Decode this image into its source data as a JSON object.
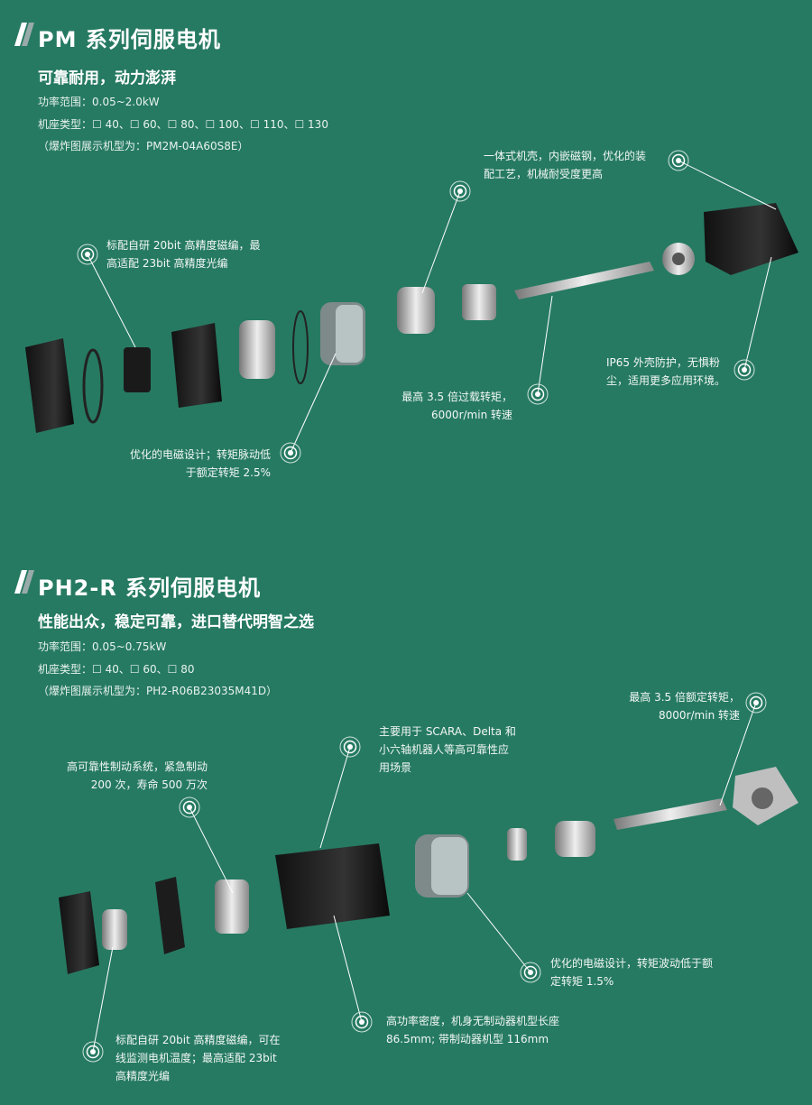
{
  "pm": {
    "title": "PM 系列伺服电机",
    "slogan": "可靠耐用，动力澎湃",
    "power": "功率范围：0.05~2.0kW",
    "frames": "机座类型：☐ 40、☐ 60、☐ 80、☐ 100、☐ 110、☐ 130",
    "model": "（爆炸图展示机型为：PM2M-04A60S8E）",
    "callouts": [
      {
        "l1": "标配自研 20bit 高精度磁编，最",
        "l2": "高适配 23bit 高精度光编"
      },
      {
        "l1": "一体式机壳，内嵌磁钢，优化的装",
        "l2": "配工艺，机械耐受度更高"
      },
      {
        "l1": "IP65 外壳防护，无惧粉",
        "l2": "尘，适用更多应用环境。"
      },
      {
        "l1": "最高 3.5 倍过载转矩，",
        "l2": "6000r/min 转速"
      },
      {
        "l1": "优化的电磁设计；转矩脉动低",
        "l2": "于额定转矩 2.5%"
      }
    ]
  },
  "ph2": {
    "title": "PH2-R 系列伺服电机",
    "slogan": "性能出众，稳定可靠，进口替代明智之选",
    "power": "功率范围：0.05~0.75kW",
    "frames": "机座类型：☐ 40、☐ 60、☐ 80",
    "model": "（爆炸图展示机型为：PH2-R06B23035M41D）",
    "callouts": [
      {
        "l1": "最高 3.5 倍额定转矩，",
        "l2": "8000r/min 转速"
      },
      {
        "l1": "主要用于 SCARA、Delta 和",
        "l2": "小六轴机器人等高可靠性应",
        "l3": "用场景"
      },
      {
        "l1": "高可靠性制动系统，紧急制动",
        "l2": "200 次，寿命 500 万次"
      },
      {
        "l1": "优化的电磁设计，转矩波动低于额",
        "l2": "定转矩 1.5%"
      },
      {
        "l1": "高功率密度，机身无制动器机型长座",
        "l2": "86.5mm; 带制动器机型 116mm"
      },
      {
        "l1": "标配自研 20bit 高精度磁编，可在",
        "l2": "线监测电机温度；最高适配 23bit",
        "l3": "高精度光编"
      }
    ]
  },
  "colors": {
    "background": "#267a62",
    "text": "#ffffff"
  }
}
